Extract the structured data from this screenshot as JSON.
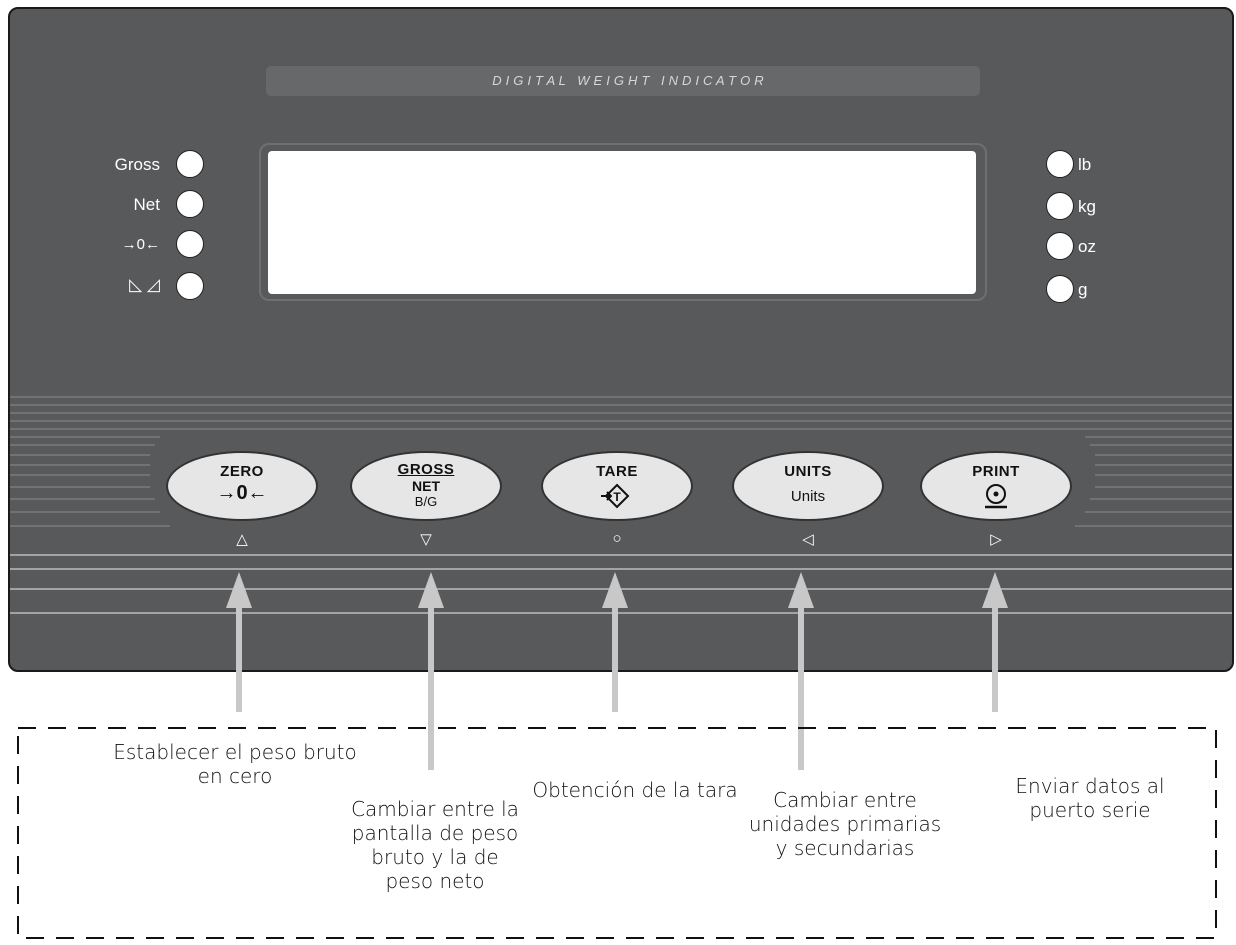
{
  "title_strip": "D I G I T A L   W E I G H T   I N D I C A T O R",
  "left_indicators": [
    {
      "label": "Gross",
      "icon": "gross-led"
    },
    {
      "label": "Net",
      "icon": "net-led"
    },
    {
      "label": "→0←",
      "icon": "center-of-zero-led"
    },
    {
      "label": "⊿⊿",
      "icon": "motion-led"
    }
  ],
  "right_indicators": [
    {
      "label": "lb"
    },
    {
      "label": "kg"
    },
    {
      "label": "oz"
    },
    {
      "label": "g"
    }
  ],
  "keys": [
    {
      "label": "ZERO",
      "symbol": "→0←",
      "sub": "",
      "nav": "△"
    },
    {
      "label": "GROSS",
      "symbol": "NET",
      "sub": "B/G",
      "nav": "▽"
    },
    {
      "label": "TARE",
      "symbol": "→T◇",
      "sub": "",
      "nav": "○"
    },
    {
      "label": "UNITS",
      "symbol": "",
      "sub": "Units",
      "nav": "◁"
    },
    {
      "label": "PRINT",
      "symbol": "⊙",
      "sub": "",
      "nav": "▷"
    }
  ],
  "callouts": [
    "Establecer el peso bruto en cero",
    "Cambiar entre la pantalla de peso bruto y la de peso neto",
    "Obtención de la tara",
    "Cambiar entre unidades primarias y secundarias",
    "Enviar datos al puerto serie"
  ],
  "colors": {
    "panel": "#58595b",
    "key": "#e6e6e6",
    "arrow": "#c8c8c8"
  }
}
